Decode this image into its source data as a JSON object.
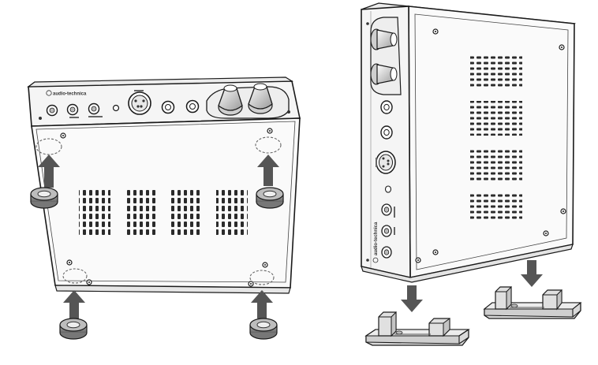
{
  "brand": {
    "name": "audio-technica"
  },
  "figures": [
    {
      "id": "feet",
      "description_key": "rubber-feet-installation"
    },
    {
      "id": "stand",
      "description_key": "vertical-stand-installation"
    }
  ],
  "colors": {
    "outline": "#1a1a1a",
    "body": "#f4f4f4",
    "vent": "#2b2b2b",
    "arrow": "#555555",
    "foot": "#8a8a8a",
    "stand": "#d9d9d9"
  },
  "icons": {
    "up-arrow": "arrow-up-icon",
    "down-arrow": "arrow-down-icon"
  }
}
